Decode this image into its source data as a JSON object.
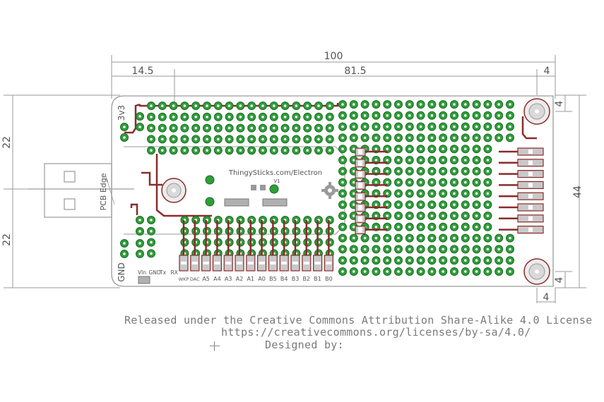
{
  "dimensions": {
    "overall_width": "100",
    "left_offset": "14.5",
    "hole_span": "81.5",
    "right_offset": "4",
    "top_offset": "4",
    "half_height_top": "22",
    "half_height_bottom": "22",
    "total_height": "44",
    "bottom_offset_right": "4",
    "bottom_offset_right_2": "4"
  },
  "board": {
    "product_label": "ThingySticks.com/Electron",
    "version_label": "V1",
    "pcb_edge_label": "PCB Edge",
    "label_3v3": "3v3",
    "label_gnd": "GND",
    "bottom_pins": [
      "VIn",
      "GND",
      "Tx",
      "RX"
    ],
    "gpio_labels": [
      "WKP",
      "DAC",
      "A5",
      "A4",
      "A3",
      "A2",
      "A1",
      "A0",
      "B5",
      "B4",
      "B3",
      "B2",
      "B1",
      "B0"
    ]
  },
  "colors": {
    "pad_fill": "#2f9e3a",
    "pad_ring": "#1d6b26",
    "trace": "#8b2b2b",
    "silkscreen": "#9a9a9a",
    "dimension_line": "#9a9a9a"
  },
  "license": {
    "line1": "Released under the Creative Commons Attribution Share-Alike 4.0 License",
    "line2": "https://creativecommons.org/licenses/by-sa/4.0/",
    "line3": "Designed by:"
  }
}
